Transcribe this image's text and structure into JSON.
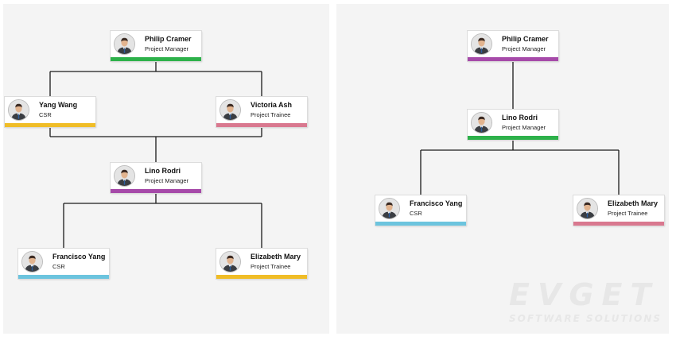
{
  "colors": {
    "green": "#2db14a",
    "purple": "#a64aa9",
    "yellow": "#f0bd27",
    "pink": "#d9788f",
    "blue": "#6cc4de"
  },
  "left_chart": {
    "nodes": {
      "philip": {
        "name": "Philip Cramer",
        "role": "Project Manager",
        "color": "#2db14a"
      },
      "yang": {
        "name": "Yang Wang",
        "role": "CSR",
        "color": "#f0bd27"
      },
      "victoria": {
        "name": "Victoria Ash",
        "role": "Project Trainee",
        "color": "#d9788f"
      },
      "lino": {
        "name": "Lino Rodri",
        "role": "Project Manager",
        "color": "#a64aa9"
      },
      "francisco": {
        "name": "Francisco Yang",
        "role": "CSR",
        "color": "#6cc4de"
      },
      "elizabeth": {
        "name": "Elizabeth Mary",
        "role": "Project Trainee",
        "color": "#f0bd27"
      }
    }
  },
  "right_chart": {
    "nodes": {
      "philip": {
        "name": "Philip Cramer",
        "role": "Project Manager",
        "color": "#a64aa9"
      },
      "lino": {
        "name": "Lino Rodri",
        "role": "Project Manager",
        "color": "#2db14a"
      },
      "francisco": {
        "name": "Francisco Yang",
        "role": "CSR",
        "color": "#6cc4de"
      },
      "elizabeth": {
        "name": "Elizabeth Mary",
        "role": "Project Trainee",
        "color": "#d9788f"
      }
    }
  },
  "watermark": {
    "main": "EVGET",
    "sub": "SOFTWARE SOLUTIONS"
  }
}
